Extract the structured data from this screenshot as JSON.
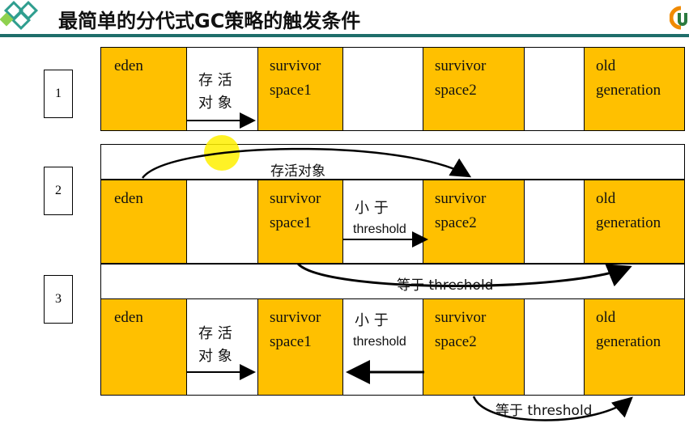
{
  "header": {
    "title": "最简单的分代式GC策略的触发条件"
  },
  "rows": [
    {
      "number": "1",
      "eden": "eden",
      "survivor1": [
        "survivor",
        "space1"
      ],
      "survivor2": [
        "survivor",
        "space2"
      ],
      "old": [
        "old",
        "generation"
      ],
      "gap1_text": [
        "存  活",
        "对  象"
      ]
    },
    {
      "number": "2",
      "eden": "eden",
      "survivor1": [
        "survivor",
        "space1"
      ],
      "survivor2": [
        "survivor",
        "space2"
      ],
      "old": [
        "old",
        "generation"
      ],
      "gap2_text": [
        "小   于",
        "threshold"
      ]
    },
    {
      "number": "3",
      "eden": "eden",
      "survivor1": [
        "survivor",
        "space1"
      ],
      "survivor2": [
        "survivor",
        "space2"
      ],
      "old": [
        "old",
        "generation"
      ],
      "gap1_text": [
        "存  活",
        "对  象"
      ],
      "gap2_text": [
        "小   于",
        "threshold"
      ]
    }
  ],
  "arrows": {
    "row2_curve_label": "存活对象",
    "row2_bottom_label": "等于 threshold",
    "row3_bottom_label": "等于 threshold"
  },
  "colors": {
    "region_fill": "#ffc000",
    "header_rule": "#1f6e6a"
  }
}
